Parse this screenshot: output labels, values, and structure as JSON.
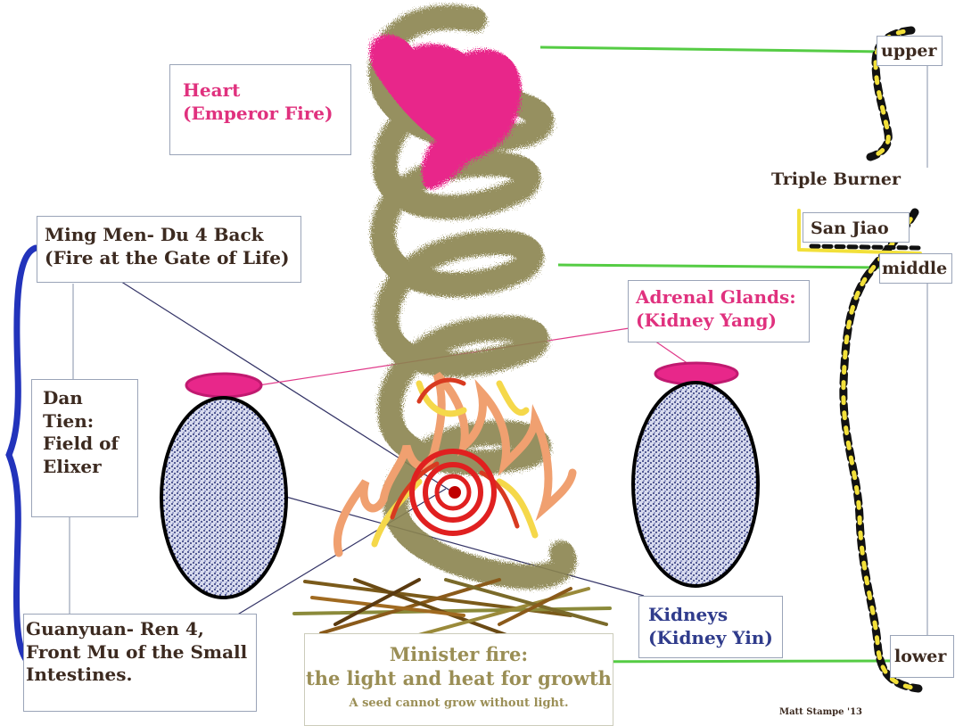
{
  "labels": {
    "heart": [
      "Heart",
      "(Emperor Fire)"
    ],
    "ming_men": [
      "Ming Men- Du 4 Back",
      "(Fire at the Gate of Life)"
    ],
    "adrenal": [
      "Adrenal Glands:",
      "(Kidney Yang)"
    ],
    "dan_tien": [
      "Dan",
      "Tien:",
      "Field of",
      "Elixer"
    ],
    "guanyuan": [
      "Guanyuan- Ren 4,",
      "Front Mu of the Small",
      "Intestines."
    ],
    "kidneys": [
      "Kidneys",
      "(Kidney Yin)"
    ],
    "minister": [
      "Minister fire:",
      "the light and heat for growth"
    ],
    "minister_note": "A seed cannot grow without light.",
    "triple_burner": "Triple Burner",
    "san_jiao": "San Jiao",
    "upper": "upper",
    "middle": "middle",
    "lower": "lower",
    "credit": "Matt Stampe '13"
  },
  "colors": {
    "heart": "#e8278a",
    "spiral": "#8b8450",
    "kidney_fill": "#2a3278",
    "fire_red": "#e02020",
    "fire_orange": "#f0a070",
    "burner_black": "#111111",
    "burner_yellow": "#f2e03a",
    "level_line": "#55cc44",
    "dan_tien_brace": "#2233bb",
    "pointer_line": "#333366"
  }
}
